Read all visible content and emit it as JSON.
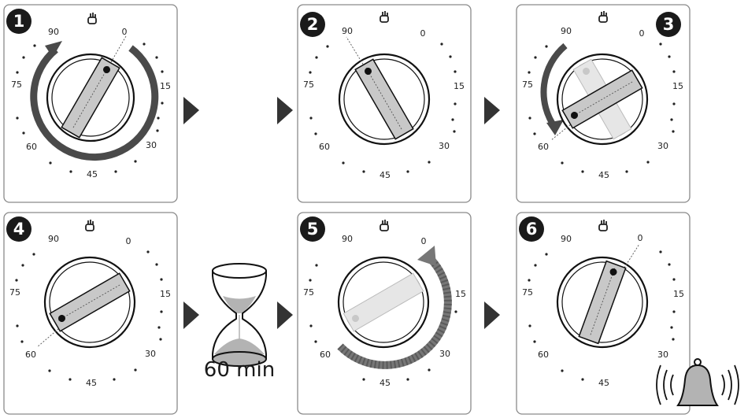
{
  "steps": [
    {
      "number": "1"
    },
    {
      "number": "2"
    },
    {
      "number": "3"
    },
    {
      "number": "4"
    },
    {
      "number": "5"
    },
    {
      "number": "6"
    }
  ],
  "dial": {
    "labels": {
      "l0": "0",
      "l15": "15",
      "l30": "30",
      "l45": "45",
      "l60": "60",
      "l75": "75",
      "l90": "90"
    }
  },
  "hourglass": {
    "label": "60 min"
  },
  "colors": {
    "frame": "#8a8a8a",
    "dark": "#1a1a1a",
    "arrow": "#4a4a4a",
    "knob_fill": "#c8c8c8",
    "ghost_fill": "#e6e6e6",
    "sand": "#b3b3b3"
  },
  "icons": {
    "hand": "hand-icon",
    "bell": "bell-icon",
    "sound": "sound-waves-icon",
    "next": "next-arrow-icon"
  }
}
